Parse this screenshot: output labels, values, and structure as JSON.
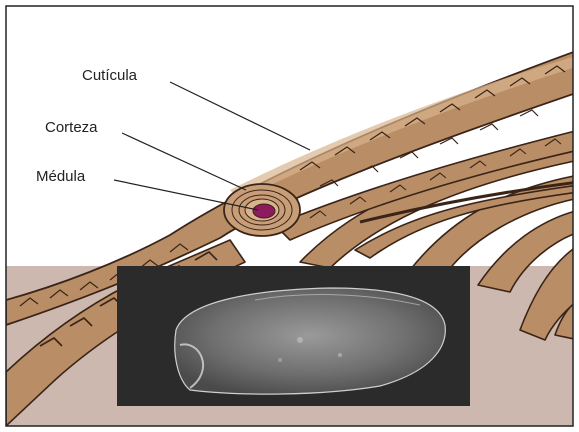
{
  "diagram": {
    "labels": {
      "cuticle": "Cutícula",
      "cortex": "Corteza",
      "medulla": "Médula"
    },
    "colors": {
      "background": "#ffffff",
      "skin": "#ccb8ae",
      "fiber": "#b98e66",
      "fiber_light": "#d8b38d",
      "outline": "#3a2418",
      "medulla": "#8e1a5e",
      "micrograph_frame": "#2b2b2b"
    }
  }
}
